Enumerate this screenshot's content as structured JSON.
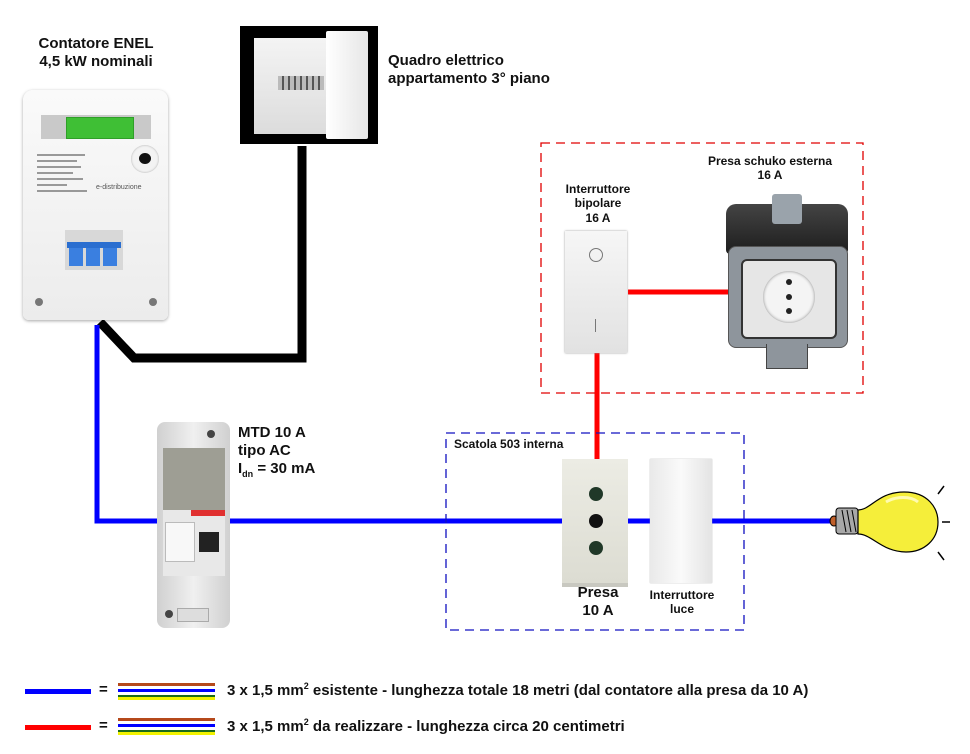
{
  "meter": {
    "title_line1": "Contatore ENEL",
    "title_line2": "4,5 kW nominali",
    "brand": "e-distribuzione"
  },
  "panel": {
    "title_line1": "Quadro elettrico",
    "title_line2": "appartamento 3° piano"
  },
  "mtd": {
    "line1": "MTD 10 A",
    "line2": "tipo AC",
    "line3_prefix": "I",
    "line3_sub": "dn",
    "line3_suffix": " = 30 mA"
  },
  "red_box": {
    "switch_label_line1": "Interruttore",
    "switch_label_line2": "bipolare",
    "switch_label_line3": "16 A",
    "schuko_label_line1": "Presa schuko esterna",
    "schuko_label_line2": "16 A"
  },
  "blue_box": {
    "title": "Scatola 503 interna",
    "socket_label_line1": "Presa",
    "socket_label_line2": "10 A",
    "light_switch_line1": "Interruttore",
    "light_switch_line2": "luce"
  },
  "legend": {
    "items": [
      {
        "wire_color": "#0000ff",
        "equals": "=",
        "text_prefix": "3 x 1,5 mm",
        "sup": "2",
        "text_suffix": " esistente - lunghezza totale 18 metri (dal contatore alla presa da 10 A)"
      },
      {
        "wire_color": "#ff0000",
        "equals": "=",
        "text_prefix": "3 x 1,5 mm",
        "sup": "2",
        "text_suffix": " da realizzare - lunghezza circa 20 centimetri"
      }
    ],
    "conductor_colors": [
      "#b5491b",
      "#0000ff",
      "#1a6b1a",
      "#f2f200"
    ]
  },
  "colors": {
    "existing_wire": "#0000ff",
    "new_wire": "#ff0000",
    "feed_wire": "#000000"
  }
}
